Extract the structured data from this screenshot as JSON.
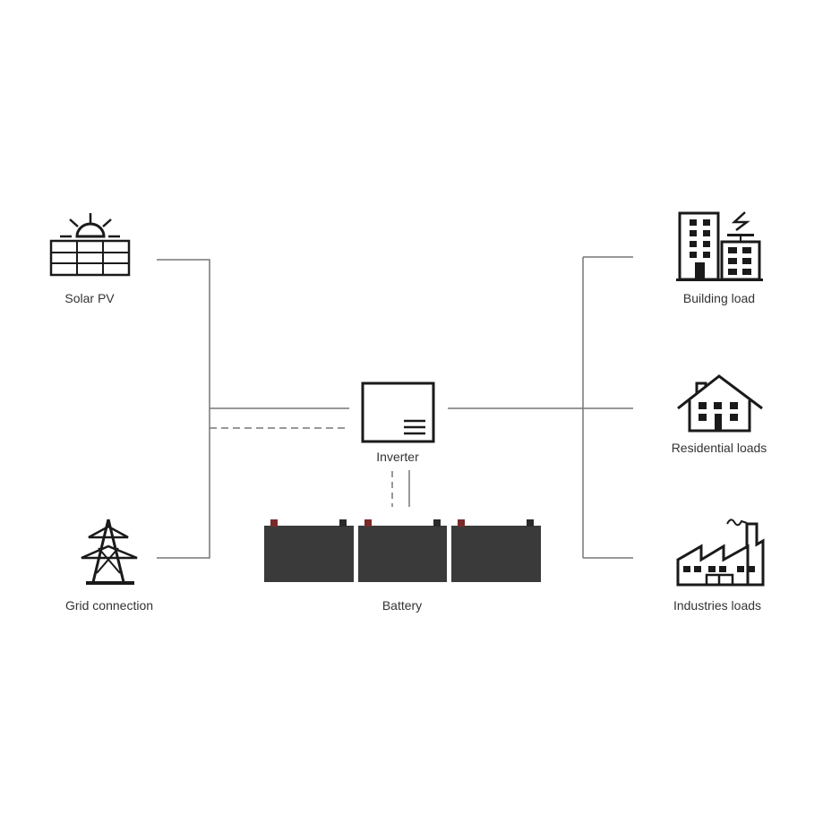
{
  "nodes": {
    "solar": {
      "label": "Solar PV",
      "icon": "solar-panel-icon"
    },
    "grid": {
      "label": "Grid connection",
      "icon": "power-pylon-icon"
    },
    "inverter": {
      "label": "Inverter",
      "icon": "inverter-icon"
    },
    "battery": {
      "label": "Battery",
      "icon": "battery-icon"
    },
    "building": {
      "label": "Building load",
      "icon": "building-icon"
    },
    "residential": {
      "label": "Residential loads",
      "icon": "house-icon"
    },
    "industries": {
      "label": "Industries loads",
      "icon": "factory-icon"
    }
  },
  "colors": {
    "line": "#777777",
    "icon": "#1a1a1a",
    "battery": "#3a3a3a",
    "terminal_pos": "#7a2a2a"
  }
}
